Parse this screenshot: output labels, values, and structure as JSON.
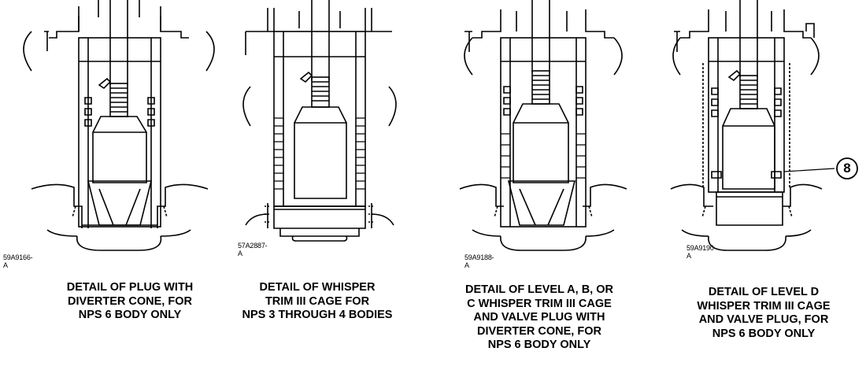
{
  "figures": [
    {
      "ref": "59A9166-A",
      "caption_lines": [
        "DETAIL OF PLUG WITH",
        "DIVERTER CONE, FOR",
        "NPS 6 BODY ONLY"
      ]
    },
    {
      "ref": "57A2887-A",
      "caption_lines": [
        "DETAIL OF WHISPER",
        "TRIM III CAGE FOR",
        "NPS 3 THROUGH 4 BODIES"
      ]
    },
    {
      "ref": "59A9188-A",
      "caption_lines": [
        "DETAIL OF LEVEL A, B, OR",
        "C WHISPER TRIM III CAGE",
        "AND VALVE PLUG WITH",
        "DIVERTER CONE, FOR",
        "NPS 6 BODY ONLY"
      ]
    },
    {
      "ref": "59A9190-A",
      "caption_lines": [
        "DETAIL OF LEVEL D",
        "WHISPER TRIM III CAGE",
        "AND VALVE PLUG, FOR",
        "NPS 6 BODY ONLY"
      ]
    }
  ],
  "callout": {
    "label": "8"
  }
}
